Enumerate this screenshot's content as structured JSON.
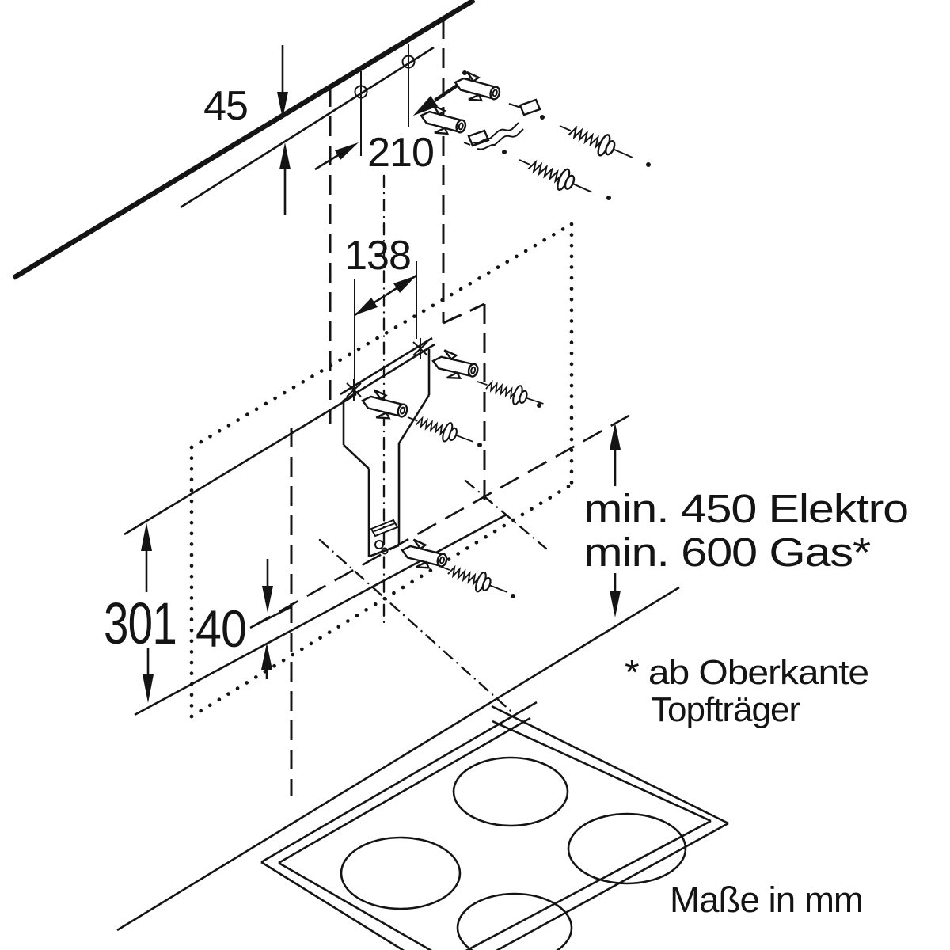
{
  "diagram": {
    "labels": {
      "gap_to_ceiling": "45",
      "upper_hole_spacing": "210",
      "bracket_hole_spacing": "138",
      "hood_lower_section_height": "301",
      "lower_edge_offset": "40"
    },
    "clearance": {
      "electric": "min. 450 Elektro",
      "gas": "min. 600 Gas*"
    },
    "footnote": {
      "line1": "* ab Oberkante",
      "line2": "Topfträger"
    },
    "units_note": "Maße in mm",
    "colors": {
      "line": "#141414",
      "background": "#ffffff"
    }
  }
}
